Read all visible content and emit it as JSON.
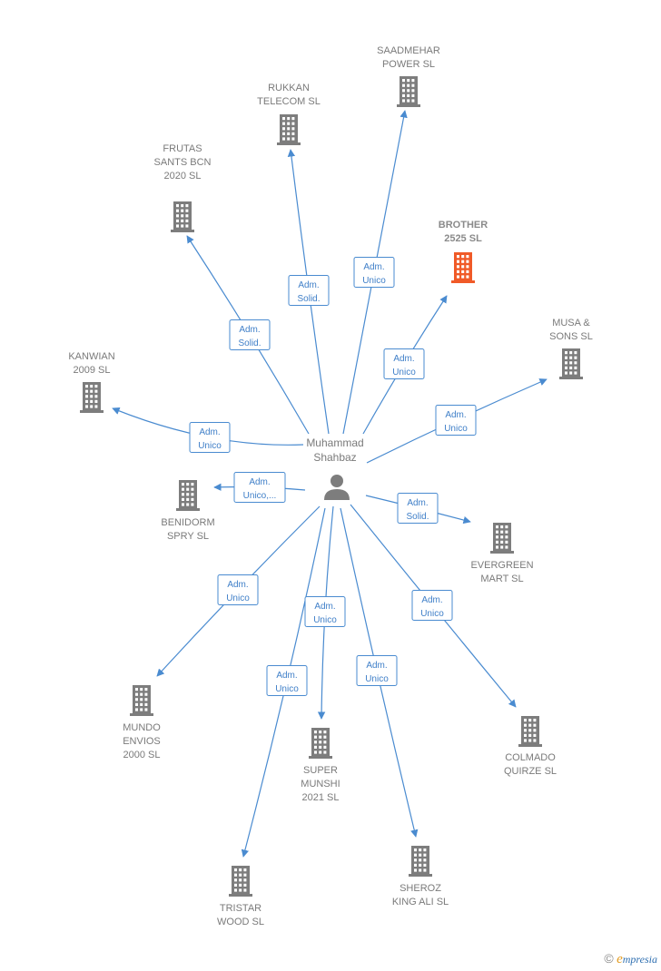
{
  "person": {
    "name_line1": "Muhammad",
    "name_line2": "Shahbaz"
  },
  "companies": [
    {
      "id": "saadmehar",
      "lines": [
        "SAADMEHAR",
        "POWER  SL"
      ],
      "highlight": false
    },
    {
      "id": "rukkan",
      "lines": [
        "RUKKAN",
        "TELECOM SL"
      ],
      "highlight": false
    },
    {
      "id": "frutas",
      "lines": [
        "FRUTAS",
        "SANTS BCN",
        "2020  SL"
      ],
      "highlight": false
    },
    {
      "id": "brother",
      "lines": [
        "BROTHER",
        "2525  SL"
      ],
      "highlight": true
    },
    {
      "id": "musa",
      "lines": [
        "MUSA &",
        "SONS  SL"
      ],
      "highlight": false
    },
    {
      "id": "kanwian",
      "lines": [
        "KANWIAN",
        "2009 SL"
      ],
      "highlight": false
    },
    {
      "id": "benidorm",
      "lines": [
        "BENIDORM",
        "SPRY SL"
      ],
      "highlight": false
    },
    {
      "id": "evergreen",
      "lines": [
        "EVERGREEN",
        "MART  SL"
      ],
      "highlight": false
    },
    {
      "id": "mundo",
      "lines": [
        "MUNDO",
        "ENVIOS",
        "2000  SL"
      ],
      "highlight": false
    },
    {
      "id": "super",
      "lines": [
        "SUPER",
        "MUNSHI",
        "2021  SL"
      ],
      "highlight": false
    },
    {
      "id": "colmado",
      "lines": [
        "COLMADO",
        "QUIRZE  SL"
      ],
      "highlight": false
    },
    {
      "id": "tristar",
      "lines": [
        "TRISTAR",
        "WOOD  SL"
      ],
      "highlight": false
    },
    {
      "id": "sheroz",
      "lines": [
        "SHEROZ",
        "KING ALI  SL"
      ],
      "highlight": false
    }
  ],
  "roles": [
    {
      "target": "saadmehar",
      "lines": [
        "Adm.",
        "Unico"
      ]
    },
    {
      "target": "rukkan",
      "lines": [
        "Adm.",
        "Solid."
      ]
    },
    {
      "target": "frutas",
      "lines": [
        "Adm.",
        "Solid."
      ]
    },
    {
      "target": "brother",
      "lines": [
        "Adm.",
        "Unico"
      ]
    },
    {
      "target": "musa",
      "lines": [
        "Adm.",
        "Unico"
      ]
    },
    {
      "target": "kanwian",
      "lines": [
        "Adm.",
        "Unico"
      ]
    },
    {
      "target": "benidorm",
      "lines": [
        "Adm.",
        "Unico,..."
      ]
    },
    {
      "target": "evergreen",
      "lines": [
        "Adm.",
        "Solid."
      ]
    },
    {
      "target": "mundo",
      "lines": [
        "Adm.",
        "Unico"
      ]
    },
    {
      "target": "super",
      "lines": [
        "Adm.",
        "Unico"
      ]
    },
    {
      "target": "colmado",
      "lines": [
        "Adm.",
        "Unico"
      ]
    },
    {
      "target": "tristar",
      "lines": [
        "Adm.",
        "Unico"
      ]
    },
    {
      "target": "sheroz",
      "lines": [
        "Adm.",
        "Unico"
      ]
    }
  ],
  "colors": {
    "edge": "#4a8bd0",
    "building": "#7d7d7d",
    "highlight": "#f05a28",
    "person": "#7d7d7d"
  },
  "footer": {
    "copyright_symbol": "©",
    "brand_first": "e",
    "brand_rest": "mpresia"
  }
}
